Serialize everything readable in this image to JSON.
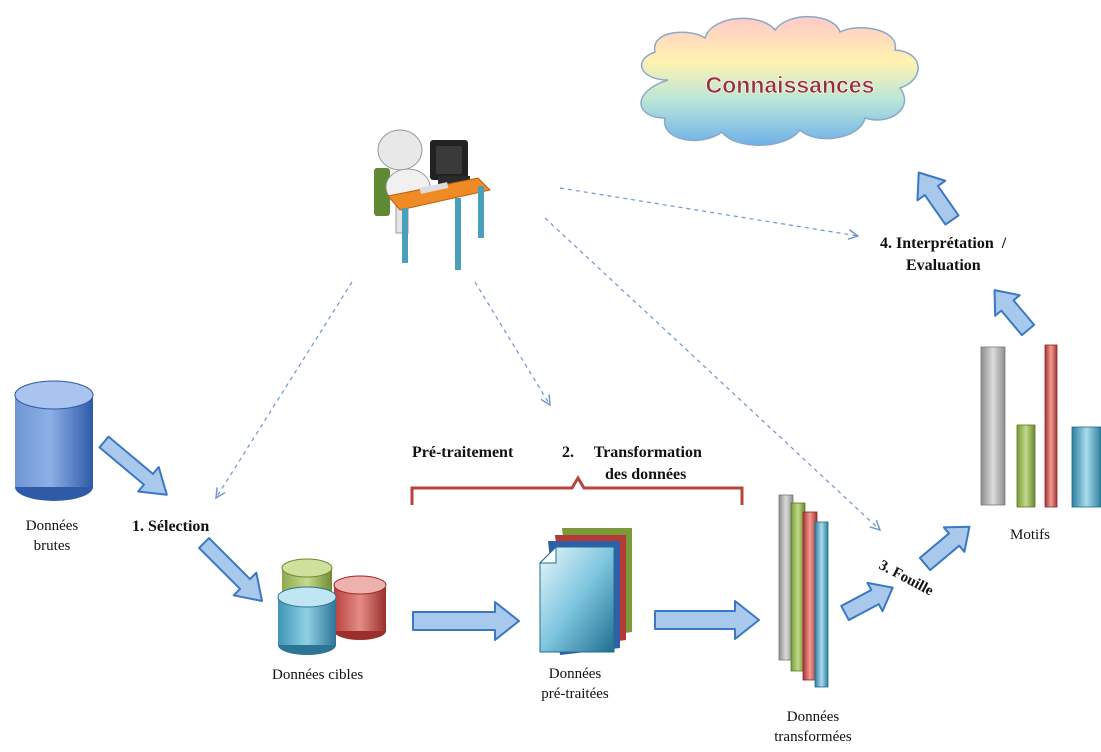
{
  "cloud": {
    "label": "Connaissances"
  },
  "steps": {
    "selection": "1. Sélection",
    "pretraitement": "Pré-traitement",
    "transformation_1": "2.     Transformation",
    "transformation_2": "des données",
    "fouille": "3. Fouille",
    "interpretation_1": "4. Interprétation  /",
    "interpretation_2": "Evaluation"
  },
  "labels": {
    "donnees_brutes_1": "Données",
    "donnees_brutes_2": "brutes",
    "donnees_cibles": "Données cibles",
    "donnees_pretraitees_1": "Données",
    "donnees_pretraitees_2": "pré-traitées",
    "donnees_transformees_1": "Données",
    "donnees_transformees_2": "transformées",
    "motifs": "Motifs"
  },
  "colors": {
    "arrow_fill": "#a9c9ec",
    "arrow_stroke": "#3b78c4",
    "dashed": "#6e95cc",
    "brace": "#b8443e",
    "db_blue": "#3f6fc0",
    "db_green": "#9cb35d",
    "db_red": "#c8504c",
    "db_teal": "#3f9cb8",
    "bar_gray": "#a8a8a8",
    "bar_green": "#97b35a",
    "bar_red": "#c64a48",
    "bar_teal": "#3f9dbb"
  }
}
